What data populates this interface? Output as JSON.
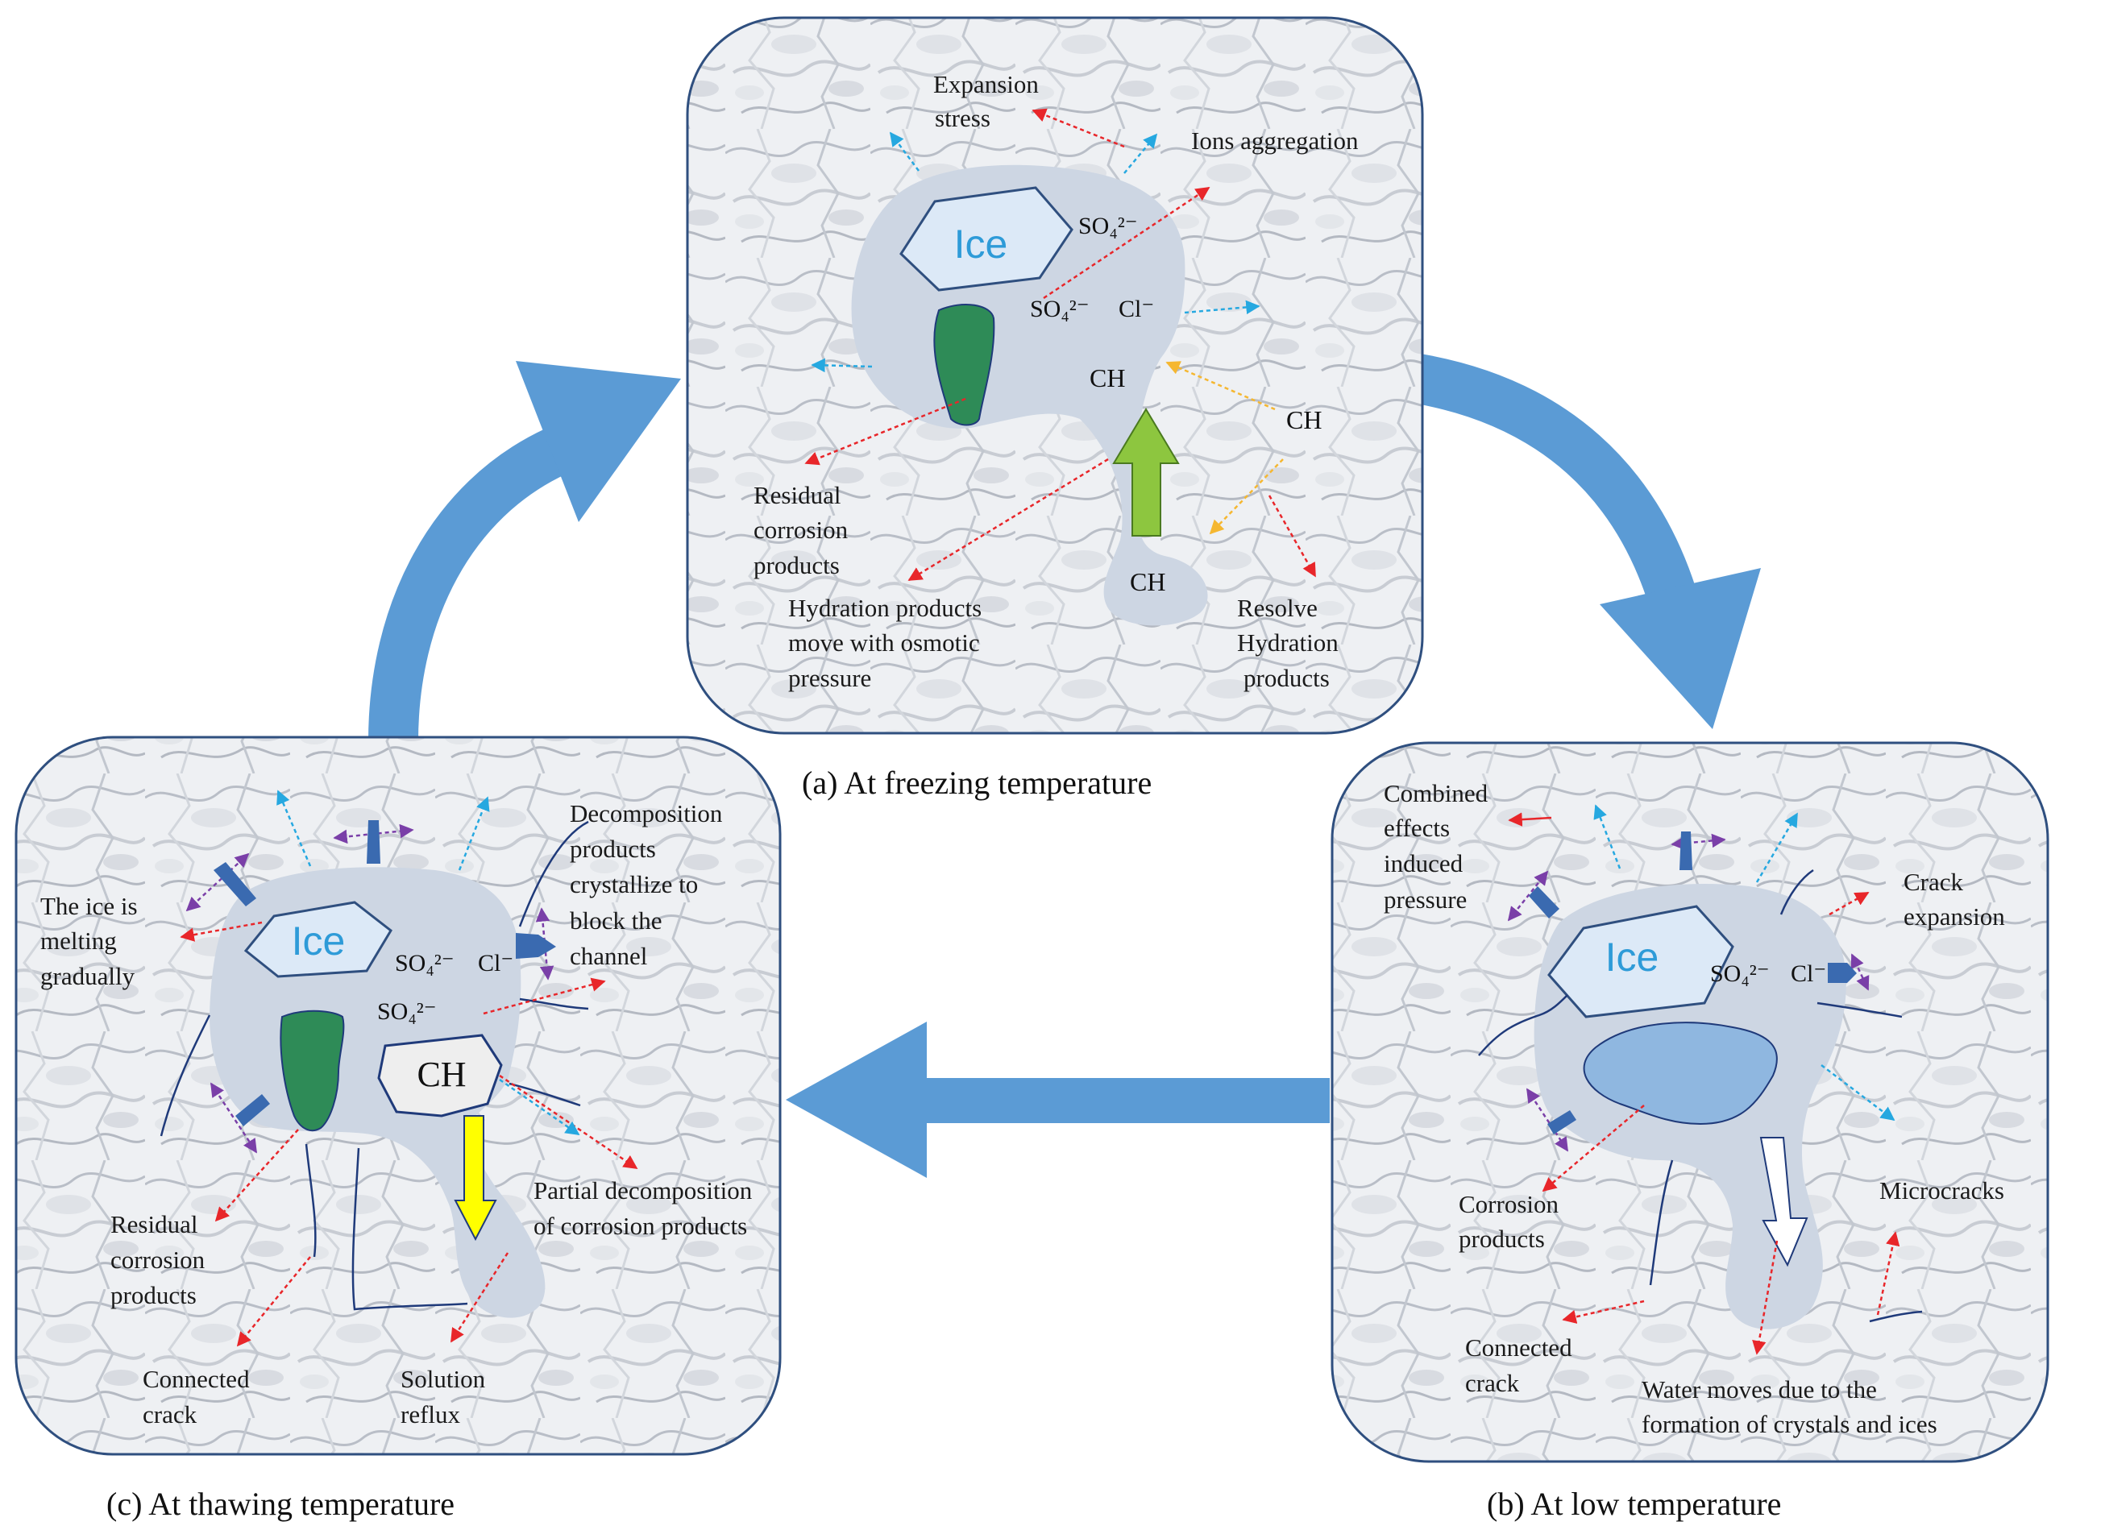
{
  "colors": {
    "cycle_arrow": "#5b9bd5",
    "panel_border": "#2f4f7f",
    "pore": "#cdd6e3",
    "ice_fill": "#dce9f7",
    "ice_text": "#2e9bd8",
    "corrosion_product": "#2e8b57",
    "red_arrow": "#e8262a",
    "blue_arrow": "#26a8e0",
    "orange_arrow": "#f5b731",
    "purple_arrow": "#7a3fa8",
    "crack": "#1f3a7a",
    "green_arrow": "#8dc63f",
    "yellow_arrow": "#ffff00"
  },
  "panels": {
    "a": {
      "caption": "(a) At freezing temperature",
      "ice": "Ice",
      "so4_a": "SO₄²⁻",
      "so4_b": "SO₄²⁻",
      "cl": "Cl⁻",
      "ch_top": "CH",
      "ch_right": "CH",
      "ch_bottom": "CH",
      "expansion_1": "Expansion",
      "expansion_2": "stress",
      "ions": "Ions aggregation",
      "residual_1": "Residual",
      "residual_2": "corrosion",
      "residual_3": "products",
      "hydration_1": "Hydration products",
      "hydration_2": "move with osmotic",
      "hydration_3": "pressure",
      "resolve_1": "Resolve",
      "resolve_2": "Hydration",
      "resolve_3": "products"
    },
    "b": {
      "caption": "(b) At low temperature",
      "ice": "Ice",
      "so4": "SO₄²⁻",
      "cl": "Cl⁻",
      "combined_1": "Combined",
      "combined_2": "effects",
      "combined_3": "induced",
      "combined_4": "pressure",
      "crack_1": "Crack",
      "crack_2": "expansion",
      "corrosion_1": "Corrosion",
      "corrosion_2": "products",
      "microcracks": "Microcracks",
      "connected_1": "Connected",
      "connected_2": "crack",
      "water_1": "Water moves due to the",
      "water_2": "formation of crystals and ices"
    },
    "c": {
      "caption": "(c) At  thawing temperature",
      "ice": "Ice",
      "so4_a": "SO₄²⁻",
      "so4_b": "SO₄²⁻",
      "cl": "Cl⁻",
      "ch": "CH",
      "decomp_1": "Decomposition",
      "decomp_2": "products",
      "decomp_3": "crystallize to",
      "decomp_4": "block the",
      "decomp_5": "channel",
      "melting_1": "The ice is",
      "melting_2": "melting",
      "melting_3": "gradually",
      "partial_1": "Partial decomposition",
      "partial_2": "of corrosion products",
      "residual_1": "Residual",
      "residual_2": "corrosion",
      "residual_3": "products",
      "connected_1": "Connected",
      "connected_2": "crack",
      "reflux_1": "Solution",
      "reflux_2": "reflux"
    }
  }
}
